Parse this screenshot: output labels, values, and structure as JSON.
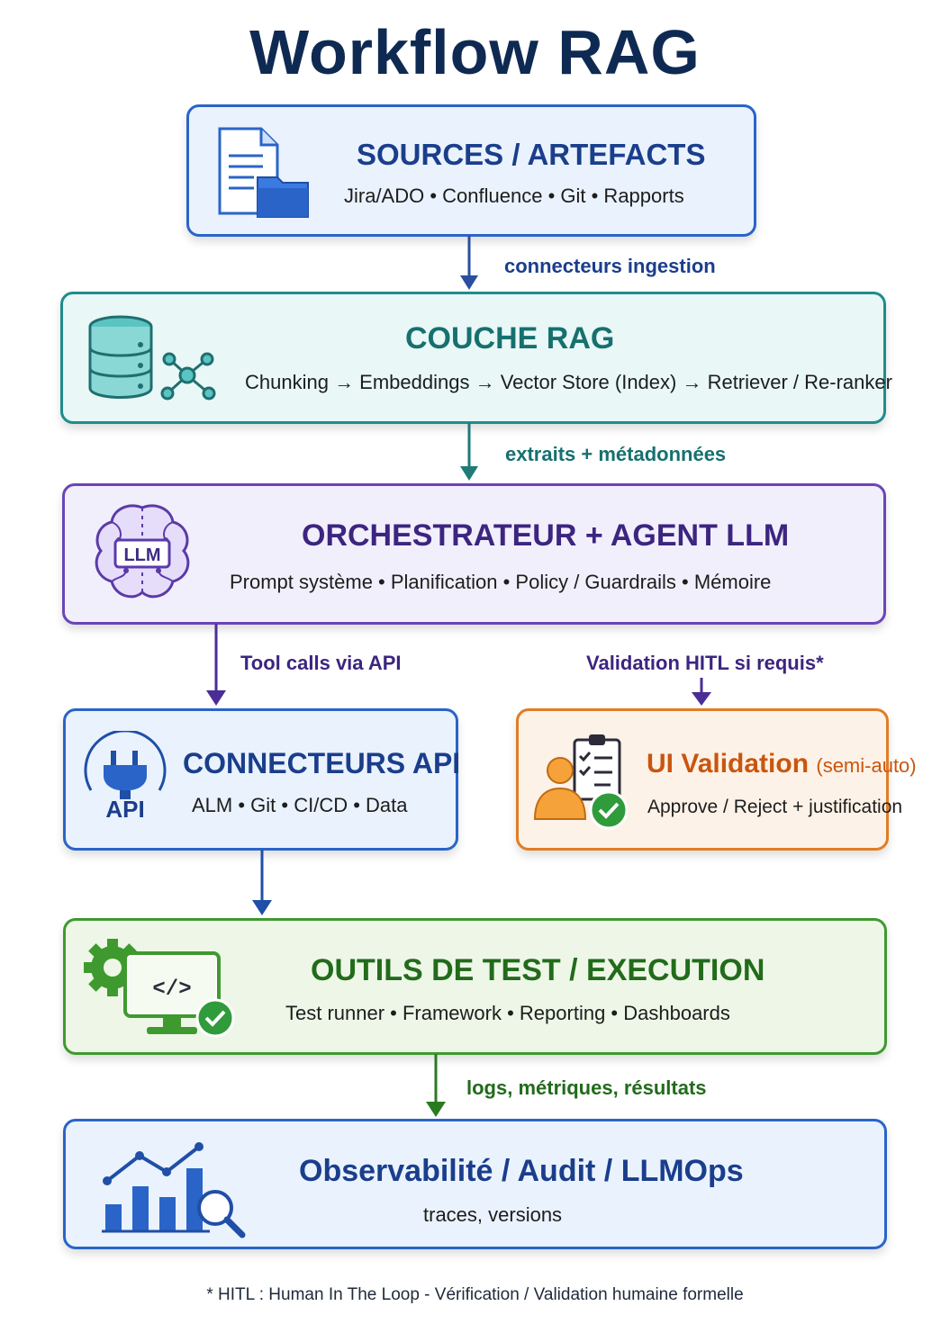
{
  "title": "Workflow RAG",
  "nodes": {
    "sources": {
      "title": "SOURCES / ARTEFACTS",
      "subtitle": "Jira/ADO • Confluence • Git • Rapports",
      "icon": "document-folder-icon"
    },
    "rag": {
      "title": "COUCHE RAG",
      "subtitle": "Chunking → Embeddings → Vector Store (Index) → Retriever / Re-ranker",
      "icon": "database-network-icon"
    },
    "orchestrator": {
      "title": "ORCHESTRATEUR + AGENT LLM",
      "subtitle": "Prompt système • Planification • Policy / Guardrails • Mémoire",
      "icon": "llm-brain-icon",
      "icon_text": "LLM"
    },
    "api": {
      "title": "CONNECTEURS API",
      "subtitle": "ALM • Git • CI/CD • Data",
      "icon": "api-plug-icon",
      "icon_text": "API"
    },
    "ui_validation": {
      "title": "UI Validation",
      "title_suffix": "(semi-auto)",
      "subtitle": "Approve / Reject + justification",
      "icon": "person-checklist-icon"
    },
    "tools": {
      "title": "OUTILS DE TEST / EXECUTION",
      "subtitle": "Test runner • Framework • Reporting • Dashboards",
      "icon": "gear-monitor-code-icon",
      "icon_text": "</>"
    },
    "observability": {
      "title": "Observabilité / Audit / LLMOps",
      "subtitle": "traces, versions",
      "icon": "bar-chart-magnifier-icon"
    }
  },
  "edges": {
    "sources_to_rag": "connecteurs ingestion",
    "rag_to_orchestrator": "extraits + métadonnées",
    "orchestrator_to_api": "Tool calls via API",
    "orchestrator_to_ui": "Validation HITL si requis*",
    "api_to_tools": "",
    "tools_to_observability": "logs, métriques, résultats"
  },
  "footnote": "* HITL : Human In The Loop - Vérification / Validation humaine formelle",
  "colors": {
    "title": "#0f2a52",
    "blue": "#2a64c8",
    "teal": "#1f8c8c",
    "purple": "#6a45b8",
    "orange": "#e07d25",
    "green": "#3e9a2e"
  }
}
